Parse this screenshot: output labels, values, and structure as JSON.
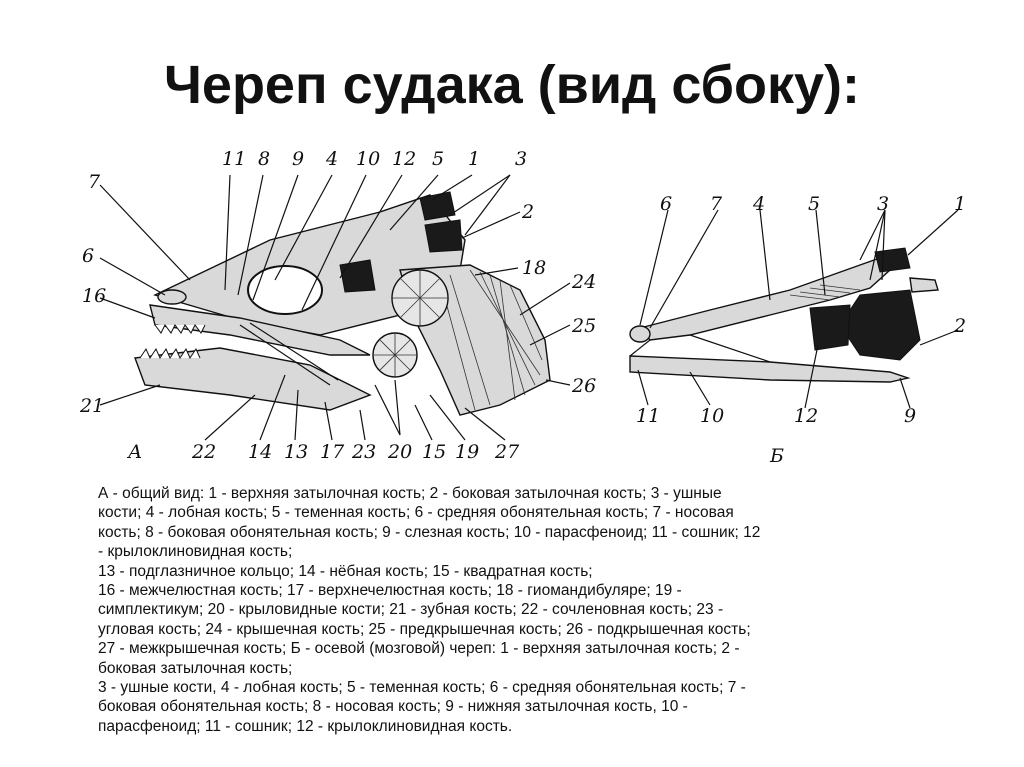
{
  "title": "Череп судака (вид сбоку):",
  "figure_a": {
    "letter": "А",
    "labels": [
      "11",
      "8",
      "9",
      "4",
      "10",
      "12",
      "5",
      "1",
      "3",
      "7",
      "2",
      "6",
      "16",
      "18",
      "24",
      "25",
      "21",
      "26",
      "22",
      "14",
      "13",
      "17",
      "23",
      "20",
      "15",
      "19",
      "27"
    ]
  },
  "figure_b": {
    "letter": "Б",
    "labels": [
      "6",
      "7",
      "4",
      "5",
      "3",
      "1",
      "2",
      "11",
      "10",
      "12",
      "9"
    ]
  },
  "caption": [
    "А - общий вид: 1 - верхняя затылочная кость; 2 - боковая затылочная кость; 3 - ушные",
    "кости; 4 - лобная кость; 5 - теменная кость; 6 - средняя обонятельная кость; 7 - носовая",
    "кость; 8 - боковая обонятельная кость; 9 - слезная кость; 10 - парасфеноид; 11 - сошник; 12",
    "- крылоклиновидная кость;",
    "13 - подглазничное кольцо; 14 - нёбная кость; 15 - квадратная кость;",
    "16 - межчелюстная кость; 17 - верхнечелюстная кость; 18 - гиомандибуляре; 19 -",
    "симплектикум; 20 - крыловидные кости; 21 - зубная кость; 22 - сочленовная кость; 23 -",
    "угловая кость; 24 - крышечная кость; 25 - предкрышечная кость; 26 - подкрышечная кость;",
    "27 - межкрышечная кость; Б - осевой (мозговой) череп: 1 - верхняя затылочная кость; 2 -",
    "боковая затылочная кость;",
    "3 - ушные кости, 4 - лобная кость; 5 - теменная кость; 6 - средняя обонятельная кость; 7 -",
    "боковая обонятельная кость; 8 - носовая кость; 9 - нижняя затылочная кость, 10 -",
    "парасфеноид; 11 - сошник; 12 - крылоклиновидная кость."
  ]
}
